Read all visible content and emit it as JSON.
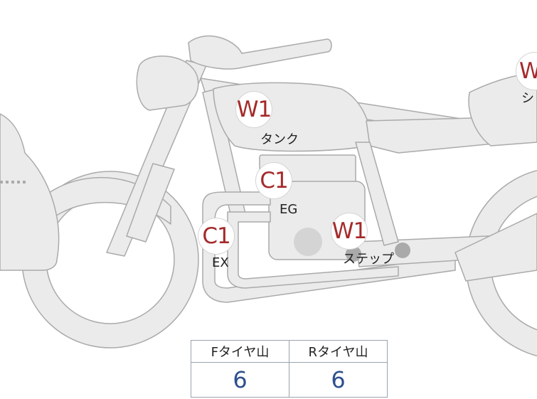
{
  "badges": {
    "tank": "W1",
    "engine": "C1",
    "exhaust": "C1",
    "step": "W1",
    "seat": "W"
  },
  "labels": {
    "tank": "タンク",
    "engine": "EG",
    "exhaust": "EX",
    "step": "ステップ",
    "seat": "シ"
  },
  "tire_table": {
    "headers": [
      "Fタイヤ山",
      "Rタイヤ山"
    ],
    "values": [
      "6",
      "6"
    ]
  },
  "colors": {
    "bike_fill": "#ebebeb",
    "bike_stroke": "#aaaaaa",
    "badge_text": "#a52a2a",
    "value_text": "#2f4f8f"
  }
}
